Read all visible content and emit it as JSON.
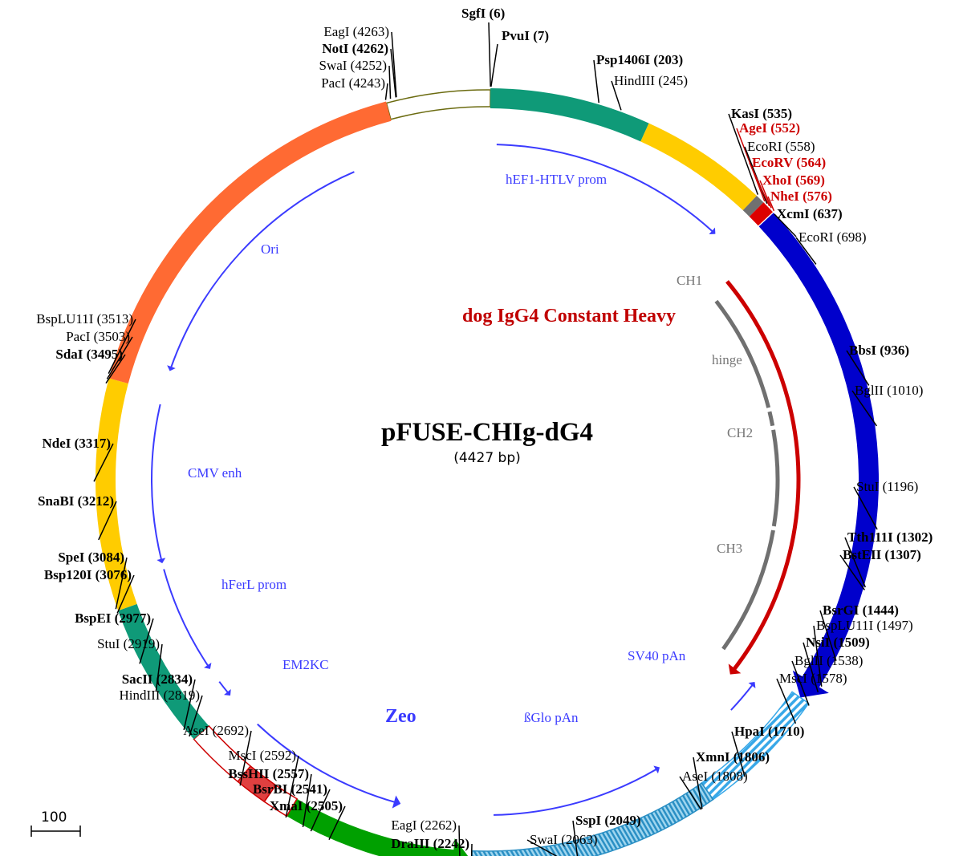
{
  "plasmid": {
    "name": "pFUSE-CHIg-dG4",
    "size_label": "(4427 bp)",
    "length": 4427
  },
  "scale_bar": {
    "label": "100"
  },
  "insert_label": "dog IgG4 Constant Heavy",
  "colors": {
    "promoter": "#0f9a78",
    "yellow": "#ffcc00",
    "orange": "#ff6a33",
    "cds_blue": "#0000cc",
    "cds_green": "#00a000",
    "hatch_light": "#38a8e8",
    "hatch_dark": "#2a8fc4",
    "red_arrow": "#cc0000",
    "gray_arrow": "#707070",
    "feature_label": "#3b3bff",
    "dark_olive": "#6b6b10"
  },
  "blocks": [
    {
      "kind": "fill",
      "name": "mcs-box",
      "start": 4243,
      "end": 6,
      "color": "#ffffff",
      "stroke": "#6b6b10"
    },
    {
      "kind": "fill",
      "name": "hef1-block",
      "start": 6,
      "end": 300,
      "color": "#0f9a78"
    },
    {
      "kind": "fill",
      "name": "htlv-block",
      "start": 300,
      "end": 535,
      "color": "#ffcc00"
    },
    {
      "kind": "fill",
      "name": "kas-block",
      "start": 535,
      "end": 552,
      "color": "#707070"
    },
    {
      "kind": "fill",
      "name": "mcs-red-block",
      "start": 552,
      "end": 576,
      "color": "#dd0000"
    },
    {
      "kind": "arrow",
      "name": "ch-cds-arrow",
      "start": 578,
      "end": 1535,
      "color": "#0000cc"
    },
    {
      "kind": "hatch",
      "name": "sv40-pan-block",
      "start": 1535,
      "end": 1780,
      "color": "#38a8e8"
    },
    {
      "kind": "hatch",
      "name": "bglo-pan-block",
      "start": 1780,
      "end": 2242,
      "color": "#2a8fc4"
    },
    {
      "kind": "arrow-rev",
      "name": "zeo-cds-arrow",
      "start": 2242,
      "end": 2592,
      "color": "#00a000"
    },
    {
      "kind": "fill",
      "name": "em2kc-white-block",
      "start": 2592,
      "end": 2640,
      "color": "#ffffff",
      "stroke": "#cc0000"
    },
    {
      "kind": "fill",
      "name": "em2kc-red-block",
      "start": 2640,
      "end": 2700,
      "color": "#e04040",
      "stroke": "#cc0000"
    },
    {
      "kind": "fill",
      "name": "em2kc-white-block-2",
      "start": 2700,
      "end": 2810,
      "color": "#ffffff",
      "stroke": "#cc0000"
    },
    {
      "kind": "fill",
      "name": "hferl-block",
      "start": 2810,
      "end": 3080,
      "color": "#0f9a78"
    },
    {
      "kind": "fill",
      "name": "cmv-block",
      "start": 3080,
      "end": 3505,
      "color": "#ffcc00"
    },
    {
      "kind": "fill",
      "name": "ori-block",
      "start": 3505,
      "end": 4243,
      "color": "#ff6a33"
    }
  ],
  "inner_arcs": [
    {
      "name": "hef1-htlv-arc",
      "label": "hEF1-HTLV prom",
      "start": 20,
      "end": 520,
      "color": "#3b3bff",
      "dir": "cw",
      "r": 418
    },
    {
      "name": "ori-arc",
      "label": "Ori",
      "start": 4140,
      "end": 3560,
      "color": "#3b3bff",
      "dir": "ccw",
      "r": 418
    },
    {
      "name": "cmv-arc",
      "label": "CMV enh",
      "start": 3480,
      "end": 3150,
      "color": "#3b3bff",
      "dir": "ccw",
      "r": 418
    },
    {
      "name": "hferl-arc",
      "label": "hFerL prom",
      "start": 3130,
      "end": 2905,
      "color": "#3b3bff",
      "dir": "ccw",
      "r": 418
    },
    {
      "name": "em2kc-arc",
      "label": "EM2KC",
      "start": 2865,
      "end": 2835,
      "color": "#3b3bff",
      "dir": "ccw",
      "r": 418
    },
    {
      "name": "zeo-arc",
      "label": "Zeo",
      "start": 2745,
      "end": 2408,
      "color": "#3b3bff",
      "dir": "ccw",
      "r": 418
    },
    {
      "name": "bglo-pan-arc",
      "label": "ßGlo pAn",
      "start": 2200,
      "end": 1840,
      "color": "#3b3bff",
      "dir": "ccw",
      "r": 418
    },
    {
      "name": "sv40-pan-arc",
      "label": "SV40 pAn",
      "start": 1640,
      "end": 1570,
      "color": "#3b3bff",
      "dir": "ccw",
      "r": 418
    },
    {
      "name": "dog-igg4-arc",
      "label": "dog IgG4 Constant Heavy",
      "start": 620,
      "end": 1570,
      "color": "#cc0000",
      "dir": "cw",
      "r": 388
    },
    {
      "name": "ch1-arc",
      "label": "CH1",
      "start": 640,
      "end": 930,
      "color": "#707070",
      "dir": "none",
      "r": 362
    },
    {
      "name": "hinge-arc",
      "label": "hinge",
      "start": 940,
      "end": 975,
      "color": "#707070",
      "dir": "none",
      "r": 362
    },
    {
      "name": "ch2-arc",
      "label": "CH2",
      "start": 985,
      "end": 1220,
      "color": "#707070",
      "dir": "none",
      "r": 362
    },
    {
      "name": "ch3-arc",
      "label": "CH3",
      "start": 1230,
      "end": 1545,
      "color": "#707070",
      "dir": "none",
      "r": 362
    }
  ],
  "sites": [
    {
      "label": "SgfI (6)",
      "pos": 6,
      "style": "b"
    },
    {
      "label": "PvuI (7)",
      "pos": 7,
      "style": "b"
    },
    {
      "label": "Psp1406I (203)",
      "pos": 203,
      "style": "b"
    },
    {
      "label": "HindIII (245)",
      "pos": 245,
      "style": ""
    },
    {
      "label": "KasI (535)",
      "pos": 535,
      "style": "b"
    },
    {
      "label": "AgeI (552)",
      "pos": 552,
      "style": "red"
    },
    {
      "label": "EcoRI (558)",
      "pos": 558,
      "style": ""
    },
    {
      "label": "EcoRV (564)",
      "pos": 564,
      "style": "red"
    },
    {
      "label": "XhoI (569)",
      "pos": 569,
      "style": "red"
    },
    {
      "label": "NheI (576)",
      "pos": 576,
      "style": "red"
    },
    {
      "label": "XcmI (637)",
      "pos": 637,
      "style": "b"
    },
    {
      "label": "EcoRI (698)",
      "pos": 698,
      "style": ""
    },
    {
      "label": "BbsI (936)",
      "pos": 936,
      "style": "b"
    },
    {
      "label": "BglII (1010)",
      "pos": 1010,
      "style": ""
    },
    {
      "label": "StuI (1196)",
      "pos": 1196,
      "style": ""
    },
    {
      "label": "Tth111I (1302)",
      "pos": 1302,
      "style": "b"
    },
    {
      "label": "BstEII (1307)",
      "pos": 1307,
      "style": "b"
    },
    {
      "label": "BsrGI (1444)",
      "pos": 1444,
      "style": "b"
    },
    {
      "label": "BspLU11I (1497)",
      "pos": 1497,
      "style": ""
    },
    {
      "label": "NsiI (1509)",
      "pos": 1509,
      "style": "b"
    },
    {
      "label": "BglII (1538)",
      "pos": 1538,
      "style": ""
    },
    {
      "label": "MscI (1578)",
      "pos": 1578,
      "style": ""
    },
    {
      "label": "HpaI (1710)",
      "pos": 1710,
      "style": "b"
    },
    {
      "label": "XmnI (1806)",
      "pos": 1806,
      "style": "b"
    },
    {
      "label": "AseI (1808)",
      "pos": 1808,
      "style": ""
    },
    {
      "label": "SspI (2049)",
      "pos": 2049,
      "style": "b"
    },
    {
      "label": "SwaI (2063)",
      "pos": 2063,
      "style": ""
    },
    {
      "label": "EagI (2262)",
      "pos": 2262,
      "style": ""
    },
    {
      "label": "DraIII (2242)",
      "pos": 2242,
      "style": "b"
    },
    {
      "label": "XmaI (2505)",
      "pos": 2505,
      "style": "b"
    },
    {
      "label": "BsrBI (2541)",
      "pos": 2541,
      "style": "b"
    },
    {
      "label": "BssHII (2557)",
      "pos": 2557,
      "style": "b"
    },
    {
      "label": "MscI (2592)",
      "pos": 2592,
      "style": ""
    },
    {
      "label": "AseI (2692)",
      "pos": 2692,
      "style": ""
    },
    {
      "label": "HindIII (2819)",
      "pos": 2819,
      "style": ""
    },
    {
      "label": "SacII (2834)",
      "pos": 2834,
      "style": "b"
    },
    {
      "label": "StuI (2919)",
      "pos": 2919,
      "style": ""
    },
    {
      "label": "BspEI (2977)",
      "pos": 2977,
      "style": "b"
    },
    {
      "label": "Bsp120I (3076)",
      "pos": 3076,
      "style": "b"
    },
    {
      "label": "SpeI (3084)",
      "pos": 3084,
      "style": "b"
    },
    {
      "label": "SnaBI (3212)",
      "pos": 3212,
      "style": "b"
    },
    {
      "label": "NdeI (3317)",
      "pos": 3317,
      "style": "b"
    },
    {
      "label": "SdaI (3495)",
      "pos": 3495,
      "style": "b"
    },
    {
      "label": "PacI (3503)",
      "pos": 3503,
      "style": ""
    },
    {
      "label": "BspLU11I (3513)",
      "pos": 3513,
      "style": ""
    },
    {
      "label": "PacI (4243)",
      "pos": 4243,
      "style": ""
    },
    {
      "label": "SwaI (4252)",
      "pos": 4252,
      "style": ""
    },
    {
      "label": "NotI (4262)",
      "pos": 4262,
      "style": "b"
    },
    {
      "label": "EagI (4263)",
      "pos": 4263,
      "style": ""
    }
  ]
}
